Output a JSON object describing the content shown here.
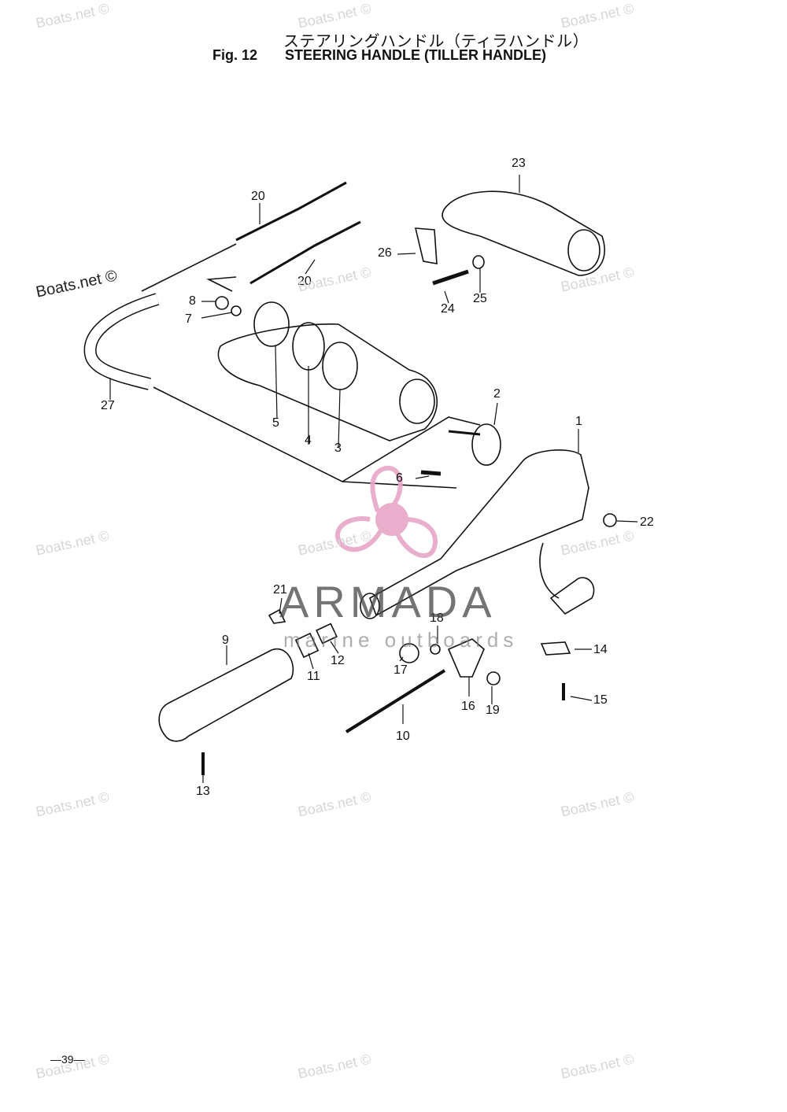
{
  "header": {
    "title_jp": "ステアリングハンドル（ティラハンドル）",
    "fig_label": "Fig. 12",
    "title_en": "STEERING HANDLE (TILLER HANDLE)"
  },
  "callouts": [
    "1",
    "2",
    "3",
    "4",
    "5",
    "6",
    "7",
    "8",
    "9",
    "10",
    "11",
    "12",
    "13",
    "14",
    "15",
    "16",
    "17",
    "18",
    "19",
    "20",
    "20",
    "21",
    "22",
    "23",
    "24",
    "25",
    "26",
    "27"
  ],
  "watermarks": {
    "text": "Boats.net ©"
  },
  "logo": {
    "brand": "ARMADA",
    "subtitle": "marine outboards",
    "accent_color": "#e8a6c8"
  },
  "footer": {
    "page_number": "—39—"
  }
}
